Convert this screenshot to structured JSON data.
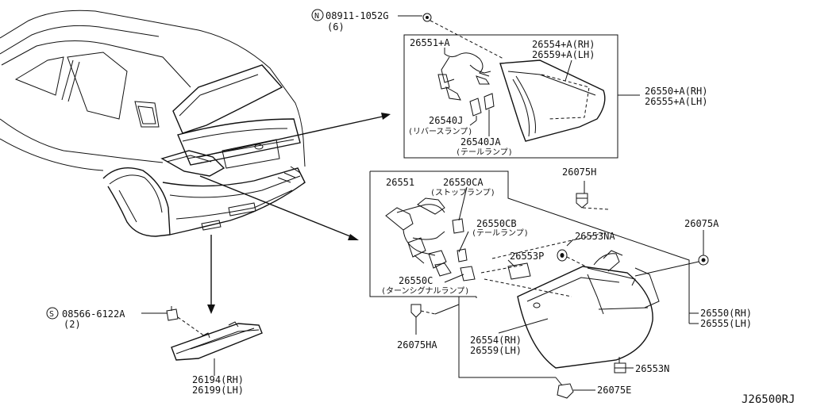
{
  "diagram_code": "J26500RJ",
  "top_assembly": {
    "nut_label": "08911-1052G",
    "nut_symbol": "N",
    "nut_qty": "(6)",
    "socket_label": "26551+A",
    "lens_label_rh": "26554+A(RH)",
    "lens_label_lh": "26559+A(LH)",
    "assy_label_rh": "26550+A(RH)",
    "assy_label_lh": "26555+A(LH)",
    "bulb1_label": "26540J",
    "bulb1_desc": "(リバースランプ)",
    "bulb2_label": "26540JA",
    "bulb2_desc": "(テールランプ)"
  },
  "bottom_assembly": {
    "harness_label": "26551",
    "bulb_stop_label": "26550CA",
    "bulb_stop_desc": "(ストップランプ)",
    "bulb_tail_label": "26550CB",
    "bulb_tail_desc": "(テールランプ)",
    "bulb_turn_label": "26550C",
    "bulb_turn_desc": "(ターンシグナルランプ)",
    "clip_h_label": "26075H",
    "clip_a_label": "26075A",
    "clip_e_label": "26075E",
    "clip_ha_label": "26075HA",
    "packing_na_label": "26553NA",
    "packing_p_label": "26553P",
    "packing_n_label": "26553N",
    "lens_label_rh": "26554(RH)",
    "lens_label_lh": "26559(LH)",
    "assy_label_rh": "26550(RH)",
    "assy_label_lh": "26555(LH)"
  },
  "reflector": {
    "screw_label": "08566-6122A",
    "screw_symbol": "S",
    "screw_qty": "(2)",
    "part_label_rh": "26194(RH)",
    "part_label_lh": "26199(LH)"
  }
}
